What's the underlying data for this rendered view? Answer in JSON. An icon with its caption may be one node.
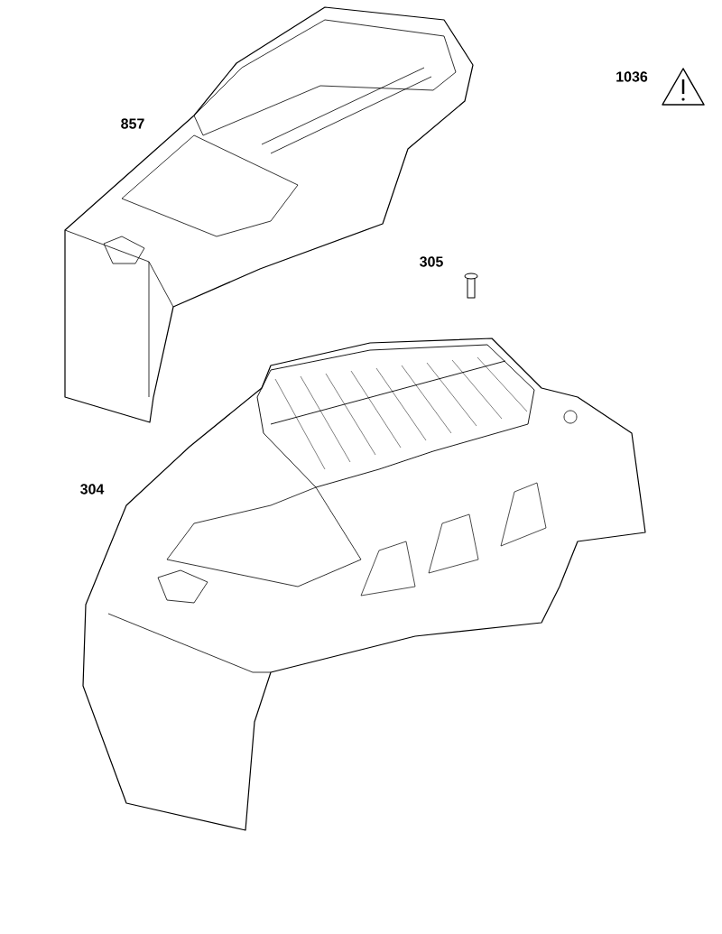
{
  "diagram": {
    "labels": [
      "1036",
      "857",
      "305",
      "304"
    ]
  }
}
